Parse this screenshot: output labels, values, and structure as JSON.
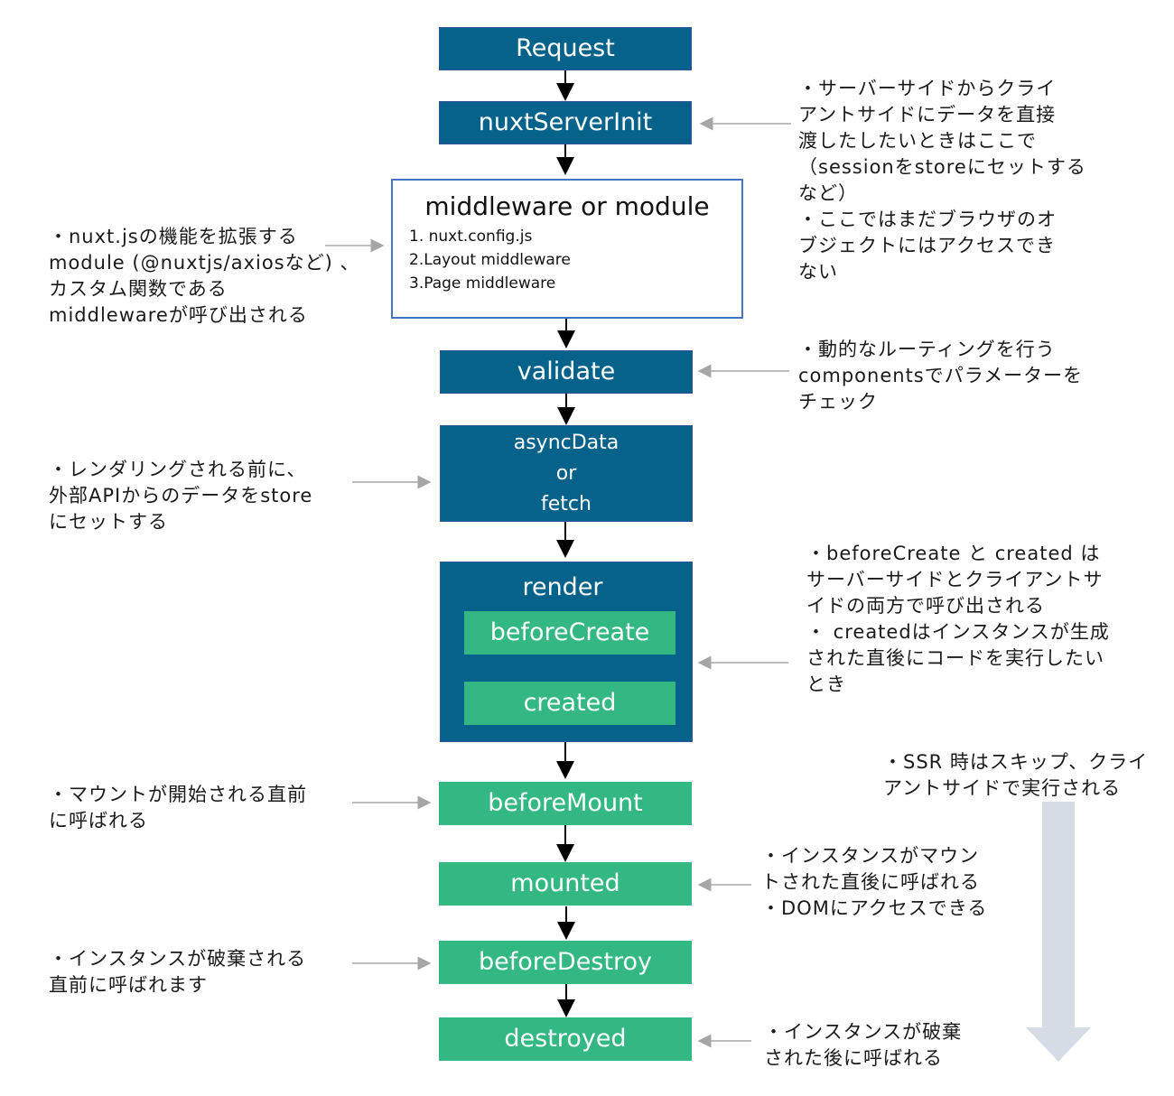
{
  "colors": {
    "stage_blue": "#05628A",
    "stage_green": "#33B883",
    "outline_blue": "#4472C4",
    "connector_gray": "#A6A6A6",
    "client_arrow": "#D6DCE5"
  },
  "stages": {
    "request": "Request",
    "nuxtServerInit": "nuxtServerInit",
    "middleware": {
      "title": "middleware or module",
      "items": [
        "1. nuxt.config.js",
        "2.Layout middleware",
        "3.Page middleware"
      ]
    },
    "validate": "validate",
    "asyncData": [
      "asyncData",
      "or",
      "fetch"
    ],
    "render": {
      "title": "render",
      "beforeCreate": "beforeCreate",
      "created": "created"
    },
    "beforeMount": "beforeMount",
    "mounted": "mounted",
    "beforeDestroy": "beforeDestroy",
    "destroyed": "destroyed"
  },
  "notes": {
    "nuxtServerInit": "・サーバーサイドからクライ\nアントサイドにデータを直接\n渡したしたいときはここで\n（sessionをstoreにセットする\nなど）\n・ここではまだブラウザのオ\nブジェクトにはアクセスでき\nない",
    "middleware": "・nuxt.jsの機能を拡張する\nmodule (@nuxtjs/axiosなど) 、\nカスタム関数である\nmiddlewareが呼び出される",
    "validate": "・動的なルーティングを行う\ncomponentsでパラメーターを\nチェック",
    "asyncData": "・レンダリングされる前に、\n外部APIからのデータをstore\nにセットする",
    "render": "・beforeCreate と created は\nサーバーサイドとクライアントサ\nイドの両方で呼び出される\n・ createdはインスタンスが生成\nされた直後にコードを実行したい\nとき",
    "client_side": "・SSR 時はスキップ、クライ\nアントサイドで実行される",
    "beforeMount": "・マウントが開始される直前\nに呼ばれる",
    "mounted": "・インスタンスがマウン\nトされた直後に呼ばれる\n・DOMにアクセスできる",
    "beforeDestroy": "・インスタンスが破棄される\n直前に呼ばれます",
    "destroyed": "・インスタンスが破棄\nされた後に呼ばれる"
  }
}
